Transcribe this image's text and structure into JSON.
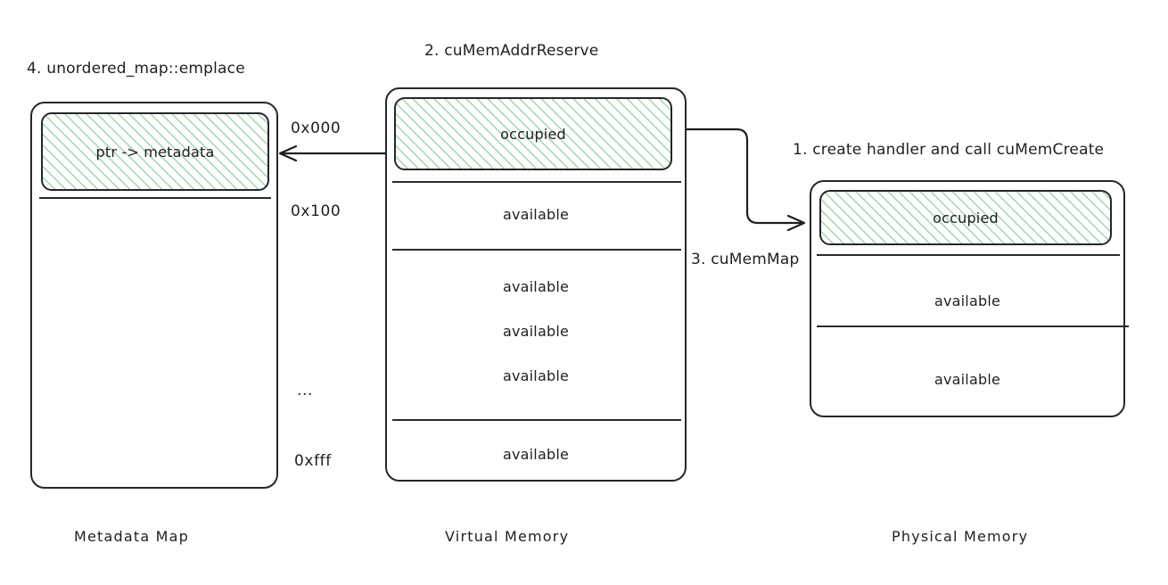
{
  "diagram": {
    "title_metadata_step": "4. unordered_map::emplace",
    "title_virtual_step": "2. cuMemAddrReserve",
    "title_physical_step": "1. create handler and call cuMemCreate",
    "edge_label_cumemmap": "3. cuMemMap"
  },
  "metadata_map": {
    "caption": "Metadata Map",
    "occupied_label": "ptr -> metadata",
    "rows": []
  },
  "virtual_memory": {
    "caption": "Virtual Memory",
    "occupied_label": "occupied",
    "rows": [
      "available",
      "available",
      "available",
      "available",
      "available"
    ],
    "addresses": [
      "0x000",
      "0x100",
      "...",
      "0xfff"
    ]
  },
  "physical_memory": {
    "caption": "Physical Memory",
    "occupied_label": "occupied",
    "rows": [
      "available",
      "available"
    ]
  },
  "colors": {
    "hatch_green": "#9fd6a5",
    "stroke": "#26272b",
    "text": "#1f1f1f",
    "background": "#ffffff"
  }
}
